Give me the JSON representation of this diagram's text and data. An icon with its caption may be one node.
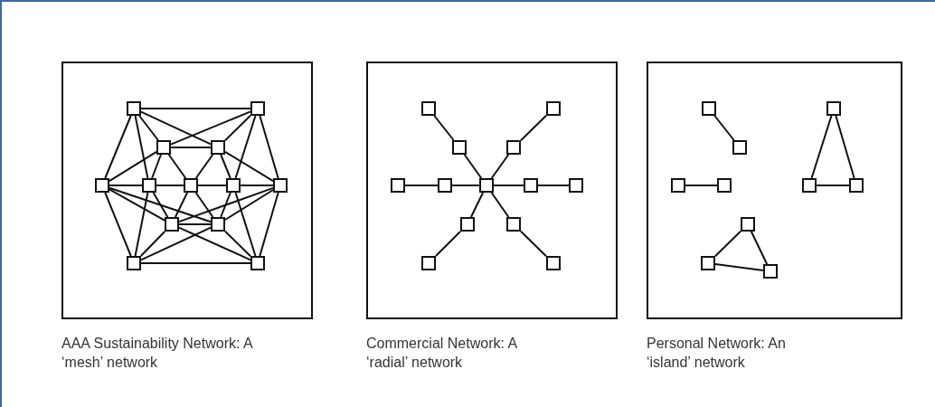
{
  "diagram": {
    "nodes": [
      {
        "text": [],
        "shape": "box",
        "beside": [
          "AAA Sustainability Network: A ‘mesh’ network"
        ]
      },
      {
        "text": [],
        "shape": "box",
        "in": 0
      },
      {
        "text": [],
        "shape": "box",
        "in": 0
      },
      {
        "text": [],
        "shape": "box",
        "in": 0
      },
      {
        "text": [],
        "shape": "box",
        "in": 0
      },
      {
        "text": [],
        "shape": "box",
        "in": 0
      },
      {
        "text": [],
        "shape": "box",
        "in": 0
      },
      {
        "text": [],
        "shape": "box",
        "in": 0
      },
      {
        "text": [],
        "shape": "box",
        "in": 0
      },
      {
        "text": [],
        "shape": "box",
        "in": 0
      },
      {
        "text": [],
        "shape": "box",
        "in": 0
      },
      {
        "text": [],
        "shape": "box",
        "in": 0
      },
      {
        "text": [],
        "shape": "box",
        "in": 0
      },
      {
        "text": [],
        "shape": "box",
        "in": 0
      },
      {
        "text": [],
        "shape": "box",
        "beside": [
          "Commercial Network: A ‘radial’ network"
        ]
      },
      {
        "text": [],
        "shape": "box",
        "in": 14
      },
      {
        "text": [],
        "shape": "box",
        "in": 14
      },
      {
        "text": [],
        "shape": "box",
        "in": 14
      },
      {
        "text": [],
        "shape": "box",
        "in": 14
      },
      {
        "text": [],
        "shape": "box",
        "in": 14
      },
      {
        "text": [],
        "shape": "box",
        "in": 14
      },
      {
        "text": [],
        "shape": "box",
        "in": 14
      },
      {
        "text": [],
        "shape": "box",
        "in": 14
      },
      {
        "text": [],
        "shape": "box",
        "in": 14
      },
      {
        "text": [],
        "shape": "box",
        "in": 14
      },
      {
        "text": [],
        "shape": "box",
        "in": 14
      },
      {
        "text": [],
        "shape": "box",
        "in": 14
      },
      {
        "text": [],
        "shape": "box",
        "in": 14
      },
      {
        "text": [],
        "shape": "box",
        "beside": [
          "Personal Network: An ‘island’ network"
        ]
      },
      {
        "text": [],
        "shape": "box",
        "in": 28
      },
      {
        "text": [],
        "shape": "box",
        "in": 28
      },
      {
        "text": [],
        "shape": "box",
        "in": 28
      },
      {
        "text": [],
        "shape": "box",
        "in": 28
      },
      {
        "text": [],
        "shape": "box",
        "in": 28
      },
      {
        "text": [],
        "shape": "box",
        "in": 28
      },
      {
        "text": [],
        "shape": "box",
        "in": 28
      },
      {
        "text": [],
        "shape": "box",
        "in": 28
      },
      {
        "text": [],
        "shape": "box",
        "in": 28
      },
      {
        "text": [],
        "shape": "box",
        "in": 28
      }
    ],
    "edges": [
      {
        "from": 1,
        "to": 2,
        "arrow": "none"
      },
      {
        "from": 1,
        "to": 5,
        "arrow": "none"
      },
      {
        "from": 5,
        "to": 12,
        "arrow": "none"
      },
      {
        "from": 12,
        "to": 13,
        "arrow": "none"
      },
      {
        "from": 13,
        "to": 9,
        "arrow": "none"
      },
      {
        "from": 9,
        "to": 2,
        "arrow": "none"
      },
      {
        "from": 3,
        "to": 4,
        "arrow": "none"
      },
      {
        "from": 10,
        "to": 11,
        "arrow": "none"
      },
      {
        "from": 5,
        "to": 6,
        "arrow": "none"
      },
      {
        "from": 6,
        "to": 7,
        "arrow": "none"
      },
      {
        "from": 7,
        "to": 8,
        "arrow": "none"
      },
      {
        "from": 8,
        "to": 9,
        "arrow": "none"
      },
      {
        "from": 3,
        "to": 7,
        "arrow": "none"
      },
      {
        "from": 4,
        "to": 7,
        "arrow": "none"
      },
      {
        "from": 10,
        "to": 7,
        "arrow": "none"
      },
      {
        "from": 11,
        "to": 7,
        "arrow": "none"
      },
      {
        "from": 1,
        "to": 3,
        "arrow": "none"
      },
      {
        "from": 1,
        "to": 6,
        "arrow": "none"
      },
      {
        "from": 1,
        "to": 4,
        "arrow": "none"
      },
      {
        "from": 2,
        "to": 4,
        "arrow": "none"
      },
      {
        "from": 2,
        "to": 8,
        "arrow": "none"
      },
      {
        "from": 2,
        "to": 3,
        "arrow": "none"
      },
      {
        "from": 12,
        "to": 10,
        "arrow": "none"
      },
      {
        "from": 12,
        "to": 6,
        "arrow": "none"
      },
      {
        "from": 12,
        "to": 11,
        "arrow": "none"
      },
      {
        "from": 13,
        "to": 11,
        "arrow": "none"
      },
      {
        "from": 13,
        "to": 8,
        "arrow": "none"
      },
      {
        "from": 13,
        "to": 10,
        "arrow": "none"
      },
      {
        "from": 5,
        "to": 3,
        "arrow": "none"
      },
      {
        "from": 5,
        "to": 10,
        "arrow": "none"
      },
      {
        "from": 9,
        "to": 4,
        "arrow": "none"
      },
      {
        "from": 9,
        "to": 11,
        "arrow": "none"
      },
      {
        "from": 6,
        "to": 3,
        "arrow": "none"
      },
      {
        "from": 6,
        "to": 10,
        "arrow": "none"
      },
      {
        "from": 8,
        "to": 4,
        "arrow": "none"
      },
      {
        "from": 8,
        "to": 11,
        "arrow": "none"
      },
      {
        "from": 5,
        "to": 11,
        "arrow": "none"
      },
      {
        "from": 9,
        "to": 10,
        "arrow": "none"
      },
      {
        "from": 15,
        "to": 17,
        "arrow": "none"
      },
      {
        "from": 17,
        "to": 21,
        "arrow": "none"
      },
      {
        "from": 16,
        "to": 18,
        "arrow": "none"
      },
      {
        "from": 18,
        "to": 21,
        "arrow": "none"
      },
      {
        "from": 19,
        "to": 20,
        "arrow": "none"
      },
      {
        "from": 20,
        "to": 21,
        "arrow": "none"
      },
      {
        "from": 21,
        "to": 22,
        "arrow": "none"
      },
      {
        "from": 22,
        "to": 23,
        "arrow": "none"
      },
      {
        "from": 21,
        "to": 24,
        "arrow": "none"
      },
      {
        "from": 24,
        "to": 26,
        "arrow": "none"
      },
      {
        "from": 21,
        "to": 25,
        "arrow": "none"
      },
      {
        "from": 25,
        "to": 27,
        "arrow": "none"
      },
      {
        "from": 29,
        "to": 31,
        "arrow": "none"
      },
      {
        "from": 32,
        "to": 33,
        "arrow": "none"
      },
      {
        "from": 30,
        "to": 34,
        "arrow": "none"
      },
      {
        "from": 30,
        "to": 35,
        "arrow": "none"
      },
      {
        "from": 34,
        "to": 35,
        "arrow": "none"
      },
      {
        "from": 36,
        "to": 37,
        "arrow": "none"
      },
      {
        "from": 36,
        "to": 38,
        "arrow": "none"
      },
      {
        "from": 37,
        "to": 38,
        "arrow": "none"
      }
    ]
  }
}
